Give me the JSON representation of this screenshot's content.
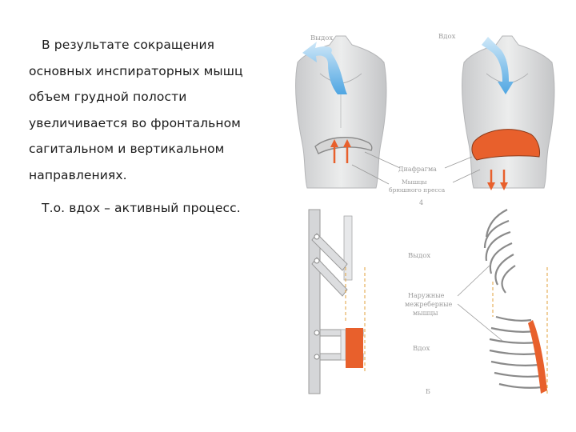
{
  "text": {
    "paragraph1": "В результате сокращения основных инспираторных мышц объем грудной полости увеличивается во фронтальном сагитальном и вертикальном направлениях.",
    "paragraph2": "Т.о. вдох – активный процесс."
  },
  "figure": {
    "top": {
      "label_exhale": "Выдох",
      "label_inhale": "Вдох",
      "label_diaphragm": "Диафрагма",
      "label_abdominal_line1": "Мышцы",
      "label_abdominal_line2": "брюшного пресса",
      "panel_number": "4"
    },
    "bottom": {
      "label_exhale": "Выдох",
      "label_intercostal_line1": "Наружные",
      "label_intercostal_line2": "межреберные",
      "label_intercostal_line3": "мышцы",
      "label_inhale": "Вдох",
      "panel_letter": "Б"
    }
  },
  "colors": {
    "air_arrow": "#5ab0e6",
    "diaphragm_active": "#e8602c",
    "muscle_arrow": "#e8602c",
    "torso": "#d9dadc",
    "outline": "#9a9a9a"
  }
}
